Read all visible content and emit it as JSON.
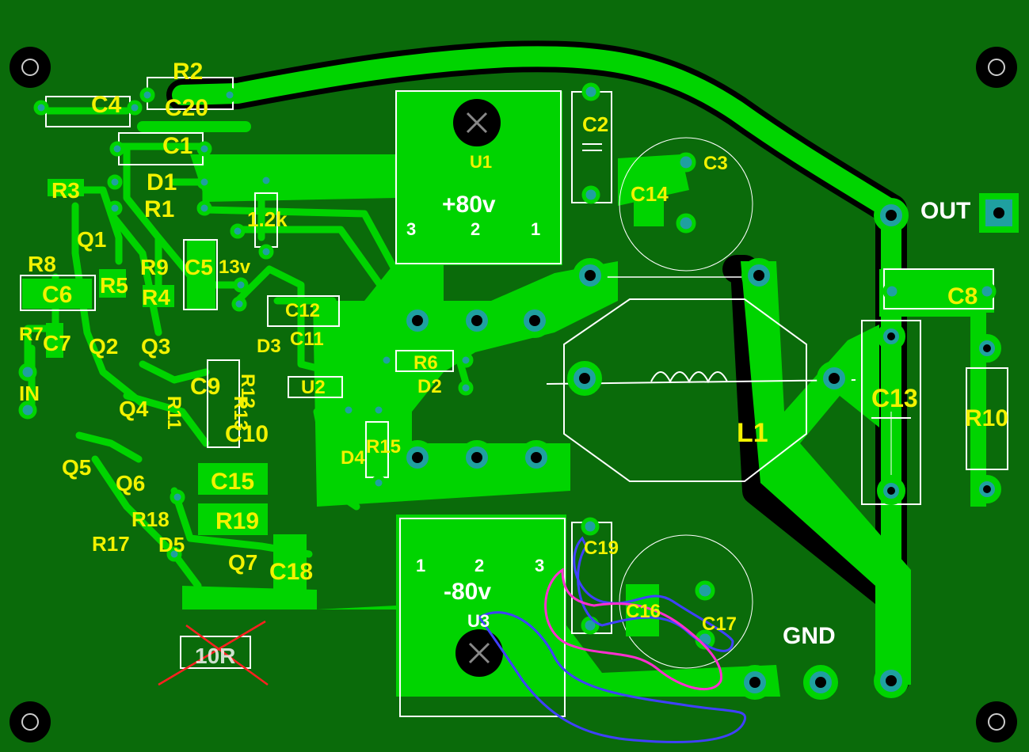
{
  "components": {
    "R2": "R2",
    "C4": "C4",
    "C20": "C20",
    "C1": "C1",
    "D1": "D1",
    "R3": "R3",
    "R1": "R1",
    "Q1": "Q1",
    "R8": "R8",
    "R5": "R5",
    "R9": "R9",
    "C5": "C5",
    "R4": "R4",
    "C6": "C6",
    "R7": "R7",
    "C7": "C7",
    "Q2": "Q2",
    "Q3": "Q3",
    "IN": "IN",
    "Q4": "Q4",
    "R11": "R11",
    "C9": "C9",
    "R12": "R12",
    "R13": "R13",
    "C10": "C10",
    "Q5": "Q5",
    "Q6": "Q6",
    "R18": "R18",
    "R17": "R17",
    "D5": "D5",
    "C15": "C15",
    "R19": "R19",
    "Q7": "Q7",
    "C18": "C18",
    "R1k2": "1.2k",
    "V13": "13v",
    "C12": "C12",
    "C11": "C11",
    "D3": "D3",
    "U2": "U2",
    "R6": "R6",
    "D2": "D2",
    "D4": "D4",
    "R15": "R15",
    "U1": "U1",
    "U1_volt": "+80v",
    "U1_p3": "3",
    "U1_p2": "2",
    "U1_p1": "1",
    "U3": "U3",
    "U3_volt": "-80v",
    "U3_p1": "1",
    "U3_p2": "2",
    "U3_p3": "3",
    "C2": "C2",
    "C3": "C3",
    "C14": "C14",
    "L1": "L1",
    "C8": "C8",
    "C13": "C13",
    "R10": "R10",
    "C19": "C19",
    "C16": "C16",
    "C17": "C17",
    "OUT": "OUT",
    "GND": "GND",
    "R10R": "10R"
  }
}
